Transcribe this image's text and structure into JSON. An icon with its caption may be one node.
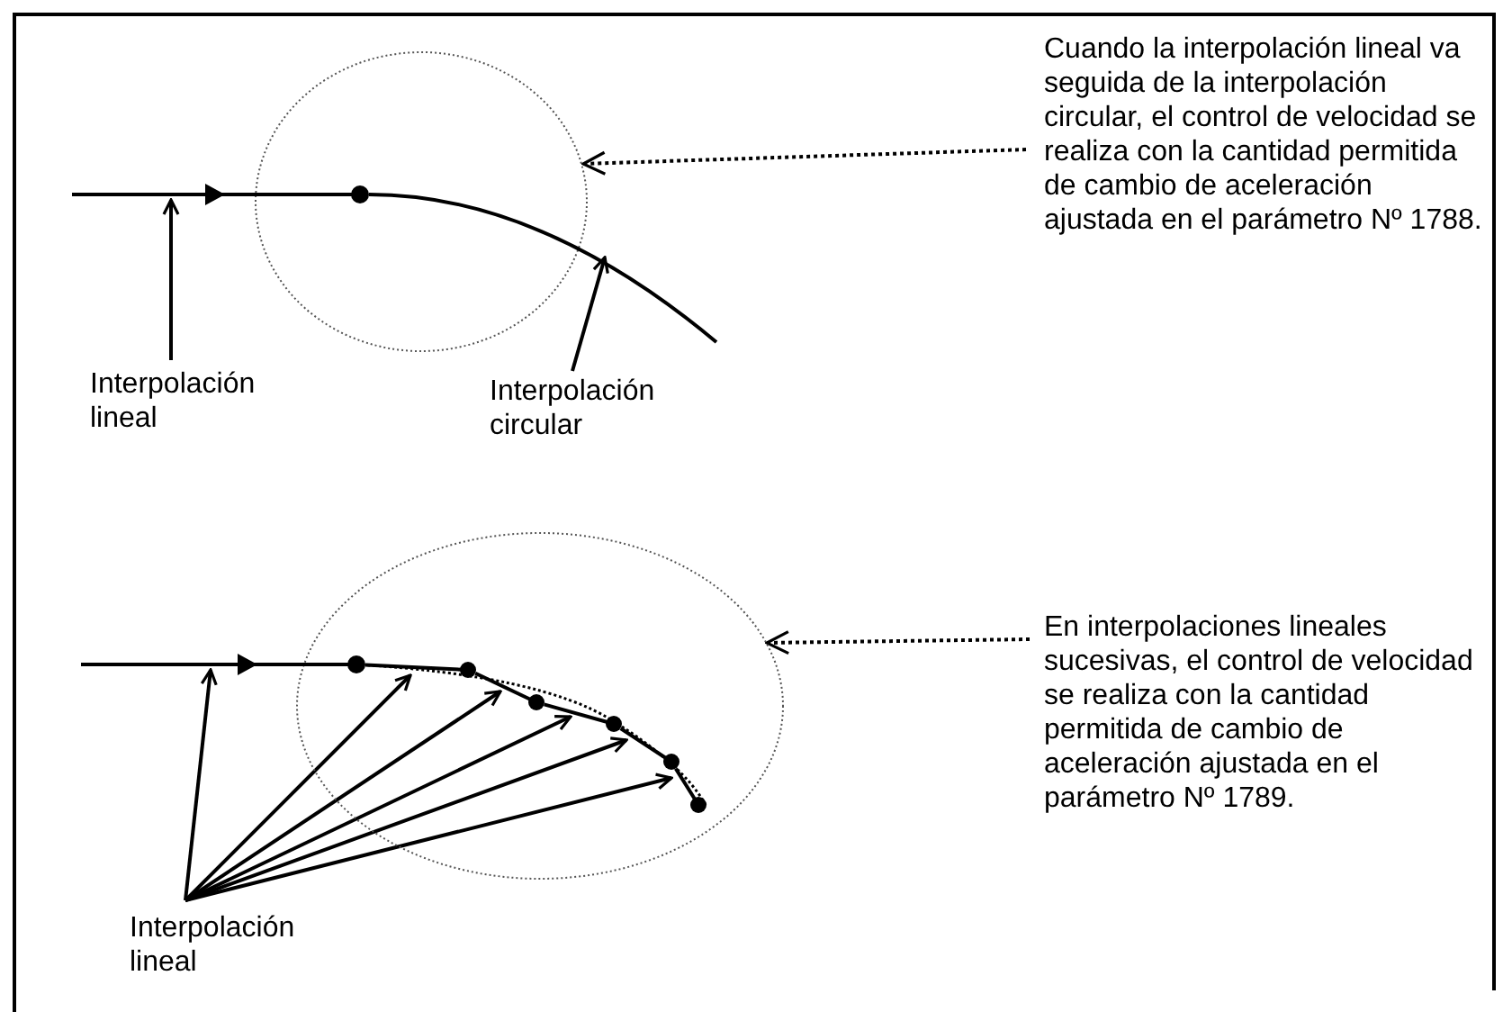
{
  "diagram": {
    "nodes": [
      {
        "text": [],
        "shape": "circle"
      },
      {
        "text": [
          "Cuando la interpolación lineal va seguida de la interpolación circular, el control de velocidad se realiza con la cantidad permitida de cambio de aceleración ajustada en el parámetro Nº 1788."
        ]
      },
      {
        "text": [
          "Interpolación lineal"
        ]
      },
      {
        "text": [
          "Interpolación circular"
        ]
      },
      {
        "text": [],
        "shape": "circle"
      },
      {
        "text": [
          "En interpolaciones lineales sucesivas, el control de velocidad se realiza con la cantidad permitida de cambio de aceleración ajustada en el parámetro Nº 1789."
        ]
      },
      {
        "text": [
          "Interpolación lineal"
        ]
      },
      {
        "text": [],
        "shape": "line"
      },
      {
        "text": [],
        "shape": "line"
      },
      {
        "text": [],
        "shape": "line"
      },
      {
        "text": [],
        "shape": "line",
        "in": 4
      },
      {
        "text": [],
        "shape": "line",
        "in": 4
      },
      {
        "text": [],
        "shape": "line",
        "in": 4
      },
      {
        "text": [],
        "shape": "line",
        "in": 4
      },
      {
        "text": [],
        "shape": "line",
        "in": 4
      }
    ],
    "edges": [
      {
        "from": 1,
        "to": 0,
        "arrow": "to",
        "style": "dashed"
      },
      {
        "from": 2,
        "to": 7,
        "arrow": "to"
      },
      {
        "from": 3,
        "to": 8,
        "arrow": "to"
      },
      {
        "from": 5,
        "to": 4,
        "arrow": "to",
        "style": "dashed"
      },
      {
        "from": 6,
        "to": 9,
        "arrow": "to"
      },
      {
        "from": 6,
        "to": 10,
        "arrow": "to"
      },
      {
        "from": 6,
        "to": 11,
        "arrow": "to"
      },
      {
        "from": 6,
        "to": 12,
        "arrow": "to"
      },
      {
        "from": 6,
        "to": 13,
        "arrow": "to"
      },
      {
        "from": 6,
        "to": 14,
        "arrow": "to"
      }
    ]
  }
}
